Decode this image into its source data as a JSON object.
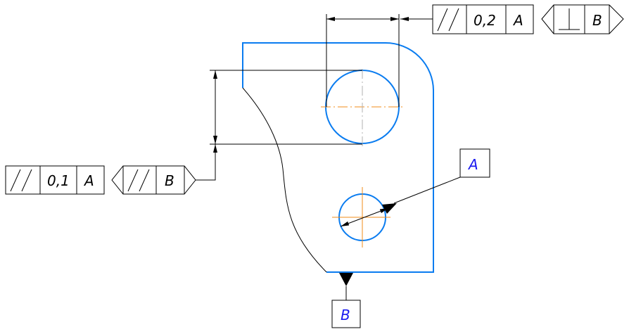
{
  "frames": {
    "top": {
      "symbol": "parallelism",
      "tolerance": "0,2",
      "datum": "A"
    },
    "top_flag": {
      "symbol": "perpendicularity",
      "datum": "B"
    },
    "left": {
      "symbol": "parallelism",
      "tolerance": "0,1",
      "datum": "A"
    },
    "left_flag": {
      "symbol": "parallelism",
      "datum": "B"
    }
  },
  "datums": {
    "a": "A",
    "b": "B"
  },
  "colors": {
    "part": "#0a7cf0",
    "centerline": "#f08c1a",
    "datum_text": "#1a1af0"
  }
}
